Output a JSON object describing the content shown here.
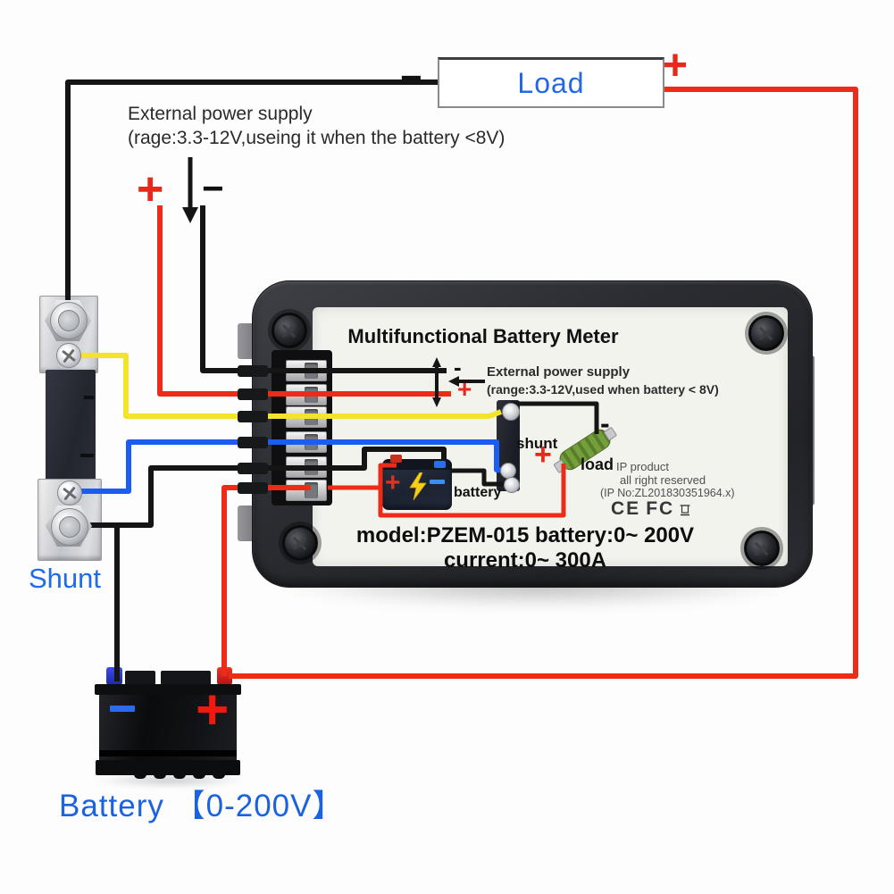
{
  "colors": {
    "accent_blue": "#1e66e0",
    "wire_red": "#ee2a18",
    "wire_black": "#151515",
    "wire_yellow": "#f3e32a",
    "wire_blue": "#1d5cf2",
    "case_dark": "#2b2c31",
    "label_bg": "#f3f3ee"
  },
  "load_box": {
    "label": "Load",
    "minus": "−",
    "plus": "+"
  },
  "external_power": {
    "line1": "External power supply",
    "line2": "(rage:3.3-12V,useing it when the battery <8V)",
    "plus": "+",
    "minus": "−"
  },
  "shunt": {
    "label": "Shunt"
  },
  "battery": {
    "label": "Battery 【0-200V】",
    "plus": "+"
  },
  "meter": {
    "title": "Multifunctional Battery Meter",
    "eps": {
      "line1": "External power supply",
      "line2": "(range:3.3-12V,used when battery < 8V)",
      "plus": "+",
      "minus": "-"
    },
    "diagram": {
      "shunt": "shunt",
      "battery": "battery",
      "load": "load",
      "load_plus": "+",
      "load_minus": "-",
      "battery_plus": "+"
    },
    "ip": {
      "line1": "IP product",
      "line2": "all right reserved",
      "line3": "(IP No:ZL201830351964.x)"
    },
    "cert": {
      "ce": "CE",
      "fcc": "FC"
    },
    "model": "model:PZEM-015 battery:0~ 200V current:0~ 300A"
  }
}
